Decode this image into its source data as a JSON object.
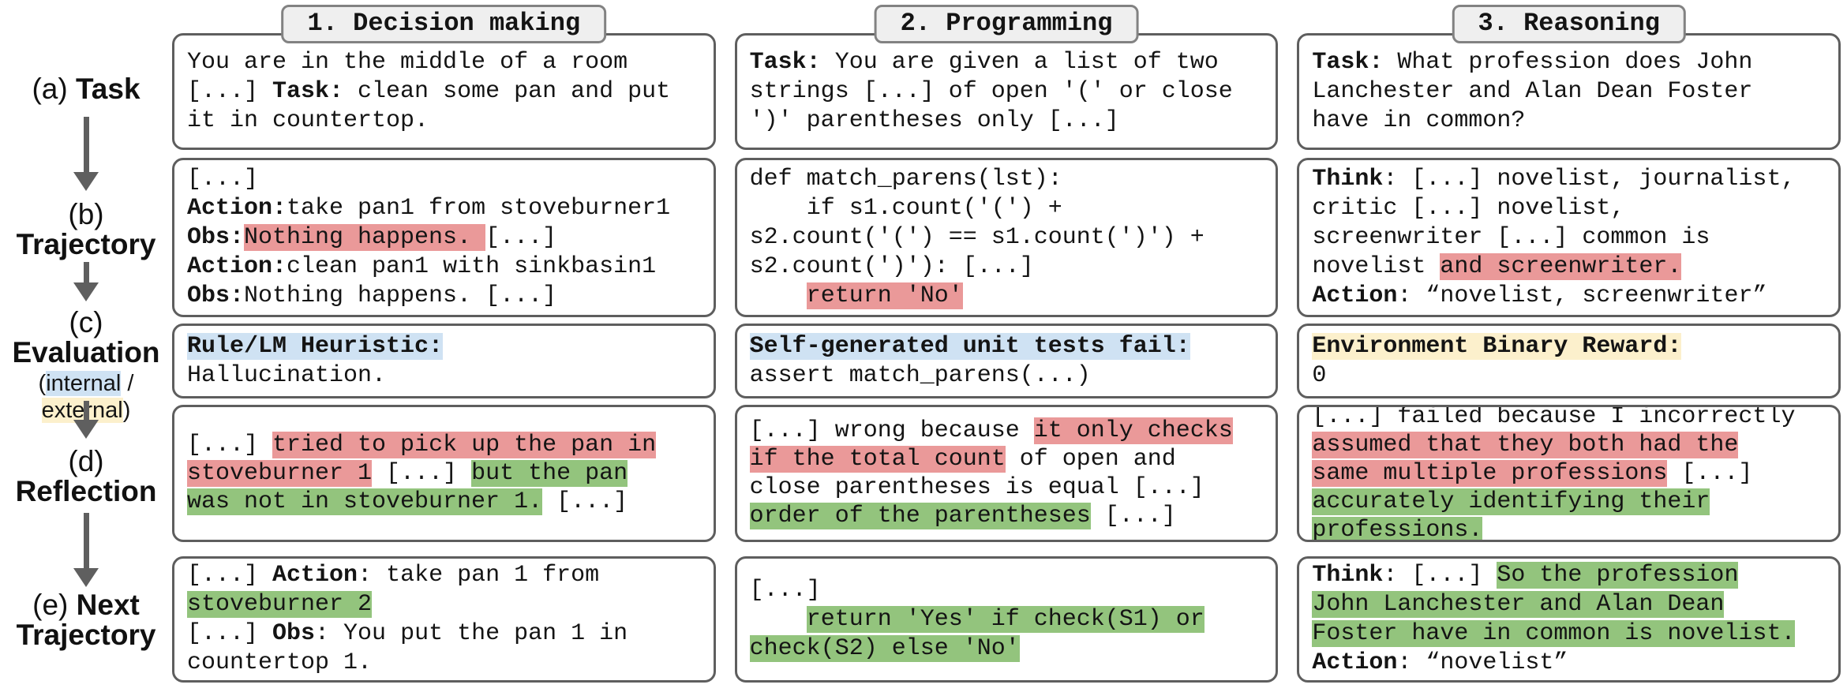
{
  "colors": {
    "highlight_red": "#ea9999",
    "highlight_green": "#93c47d",
    "highlight_blue": "#cfe2f3",
    "highlight_yellow": "#fcf0cc",
    "box_border": "#5e5e5e",
    "tab_bg": "#efefef",
    "arrow": "#5f5f5f"
  },
  "rail": {
    "a": [
      {
        "t": "(a) "
      },
      {
        "t": "Task",
        "b": true
      }
    ],
    "b": [
      {
        "t": "(b)\n"
      },
      {
        "t": "Trajectory",
        "b": true
      }
    ],
    "c": [
      {
        "t": "(c)\n"
      },
      {
        "t": "Evaluation",
        "b": true
      }
    ],
    "c_note": [
      {
        "t": "("
      },
      {
        "t": "internal",
        "hl": "blue"
      },
      {
        "t": " / "
      },
      {
        "t": "external",
        "hl": "yellow"
      },
      {
        "t": ")"
      }
    ],
    "d": [
      {
        "t": "(d)\n"
      },
      {
        "t": "Reflection",
        "b": true
      }
    ],
    "e": [
      {
        "t": "(e) "
      },
      {
        "t": "Next Trajectory",
        "b": true
      }
    ]
  },
  "columns": [
    {
      "header": "1. Decision making",
      "rows": {
        "task": [
          {
            "t": "You are in the middle of a room\n[...] "
          },
          {
            "t": "Task:",
            "b": true
          },
          {
            "t": " clean some pan and put\nit in countertop."
          }
        ],
        "trajectory": [
          {
            "t": "[...]\n"
          },
          {
            "t": "Action:",
            "b": true
          },
          {
            "t": "take pan1 from stoveburner1\n"
          },
          {
            "t": "Obs:",
            "b": true
          },
          {
            "t": "Nothing happens. ",
            "hl": "red"
          },
          {
            "t": "[...]\n"
          },
          {
            "t": "Action:",
            "b": true
          },
          {
            "t": "clean pan1 with sinkbasin1\n"
          },
          {
            "t": "Obs:",
            "b": true
          },
          {
            "t": "Nothing happens. [...]"
          }
        ],
        "evaluation": [
          {
            "t": "Rule/LM Heuristic:",
            "b": true,
            "hl": "blue"
          },
          {
            "t": "\nHallucination."
          }
        ],
        "reflection": [
          {
            "t": "[...] "
          },
          {
            "t": "tried to pick up the pan in\nstoveburner 1",
            "hl": "red"
          },
          {
            "t": " [...] "
          },
          {
            "t": "but the pan\nwas not in stoveburner 1.",
            "hl": "green"
          },
          {
            "t": " [...]"
          }
        ],
        "next_trajectory": [
          {
            "t": "[...] "
          },
          {
            "t": "Action",
            "b": true
          },
          {
            "t": ": take pan 1 from\n"
          },
          {
            "t": "stoveburner 2",
            "hl": "green"
          },
          {
            "t": "\n[...] "
          },
          {
            "t": "Obs",
            "b": true
          },
          {
            "t": ": You put the pan 1 in\ncountertop 1."
          }
        ]
      }
    },
    {
      "header": "2. Programming",
      "rows": {
        "task": [
          {
            "t": "Task:",
            "b": true
          },
          {
            "t": " You are given a list of two\nstrings [...] of open '(' or close\n')' parentheses only [...]"
          }
        ],
        "trajectory": [
          {
            "t": "def match_parens(lst):\n    if s1.count('(') +\ns2.count('(') == s1.count(')') +\ns2.count(')'): [...]\n    "
          },
          {
            "t": "return 'No'",
            "hl": "red"
          }
        ],
        "evaluation": [
          {
            "t": "Self-generated unit tests fail:",
            "b": true,
            "hl": "blue"
          },
          {
            "t": "\nassert match_parens(...)"
          }
        ],
        "reflection": [
          {
            "t": "[...] wrong because "
          },
          {
            "t": "it only checks\nif the total count",
            "hl": "red"
          },
          {
            "t": " of open and\nclose parentheses is equal [...]\n"
          },
          {
            "t": "order of the parentheses",
            "hl": "green"
          },
          {
            "t": " [...]"
          }
        ],
        "next_trajectory": [
          {
            "t": "[...]\n    "
          },
          {
            "t": "return 'Yes' if check(S1) or\ncheck(S2) else 'No'",
            "hl": "green"
          }
        ]
      }
    },
    {
      "header": "3. Reasoning",
      "rows": {
        "task": [
          {
            "t": "Task:",
            "b": true
          },
          {
            "t": " What profession does John\nLanchester and Alan Dean Foster\nhave in common?"
          }
        ],
        "trajectory": [
          {
            "t": "Think",
            "b": true
          },
          {
            "t": ": [...] novelist, journalist,\ncritic [...] novelist,\nscreenwriter [...] common is\nnovelist "
          },
          {
            "t": "and screenwriter.",
            "hl": "red"
          },
          {
            "t": "\n"
          },
          {
            "t": "Action",
            "b": true
          },
          {
            "t": ": “novelist, screenwriter”"
          }
        ],
        "evaluation": [
          {
            "t": "Environment Binary Reward:",
            "b": true,
            "hl": "yellow"
          },
          {
            "t": "\n0"
          }
        ],
        "reflection": [
          {
            "t": "[...] failed because I incorrectly\n"
          },
          {
            "t": "assumed that they both had the\nsame multiple professions",
            "hl": "red"
          },
          {
            "t": " [...]\n"
          },
          {
            "t": "accurately identifying their\nprofessions.",
            "hl": "green"
          }
        ],
        "next_trajectory": [
          {
            "t": "Think",
            "b": true
          },
          {
            "t": ": [...] "
          },
          {
            "t": "So the profession\nJohn Lanchester and Alan Dean\nFoster have in common is novelist.",
            "hl": "green"
          },
          {
            "t": "\n"
          },
          {
            "t": "Action",
            "b": true
          },
          {
            "t": ": “novelist”"
          }
        ]
      }
    }
  ]
}
